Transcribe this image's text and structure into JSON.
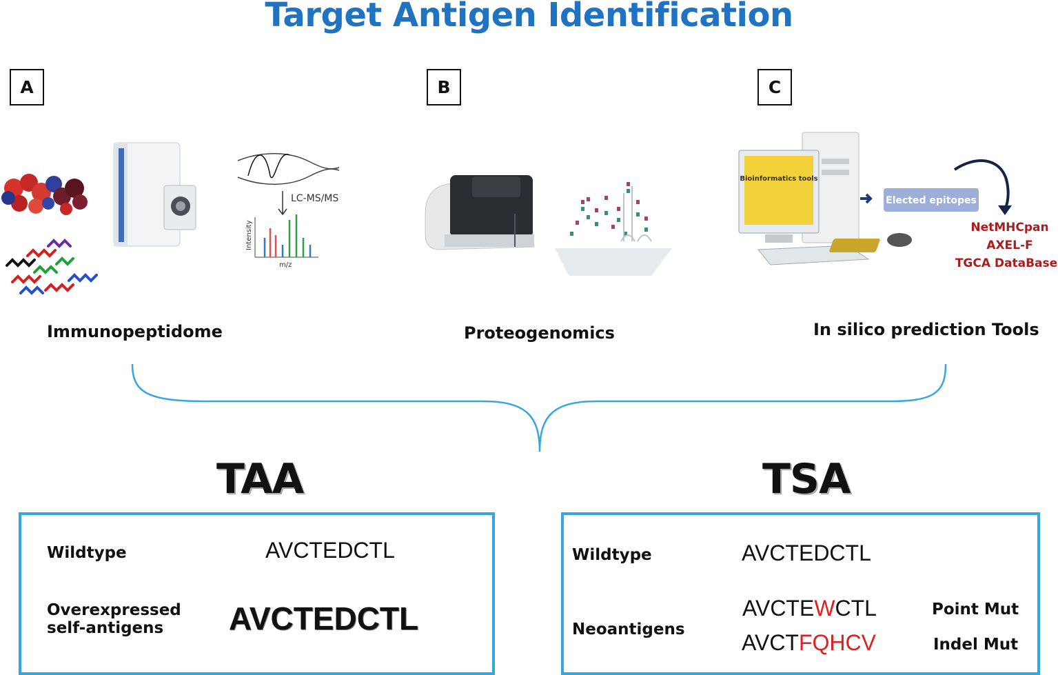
{
  "title": "Target Antigen Identification",
  "panels": [
    {
      "letter": "A",
      "method": "Immunopeptidome"
    },
    {
      "letter": "B",
      "method": "Proteogenomics"
    },
    {
      "letter": "C",
      "method": "In silico prediction Tools"
    }
  ],
  "panel_a": {
    "chromatogram_label": "LC-MS/MS",
    "y_axis": "Intensity",
    "x_axis": "m/z"
  },
  "panel_c": {
    "screen_text": "Bioinformatics tools",
    "epitopes_label": "Elected epitopes",
    "tools": [
      "NetMHCpan",
      "AXEL-F",
      "TGCA DataBase"
    ]
  },
  "taa": {
    "heading": "TAA",
    "wildtype_label": "Wildtype",
    "wildtype_seq": "AVCTEDCTL",
    "overexpressed_label_line1": "Overexpressed",
    "overexpressed_label_line2": "self-antigens",
    "overexpressed_seq": "AVCTEDCTL"
  },
  "tsa": {
    "heading": "TSA",
    "wildtype_label": "Wildtype",
    "wildtype_seq": "AVCTEDCTL",
    "neo_label": "Neoantigens",
    "point_seq_prefix": "AVCTE",
    "point_seq_mut": "W",
    "point_seq_suffix": "CTL",
    "point_label": "Point Mut",
    "indel_seq_prefix": "AVCT",
    "indel_seq_mut": "FQHCV",
    "indel_label": "Indel Mut"
  },
  "colors": {
    "title": "#1f73c1",
    "box_border": "#33a7de",
    "mutation": "#e02020",
    "tool_text": "#a81d1d",
    "brace": "#33a7de"
  }
}
